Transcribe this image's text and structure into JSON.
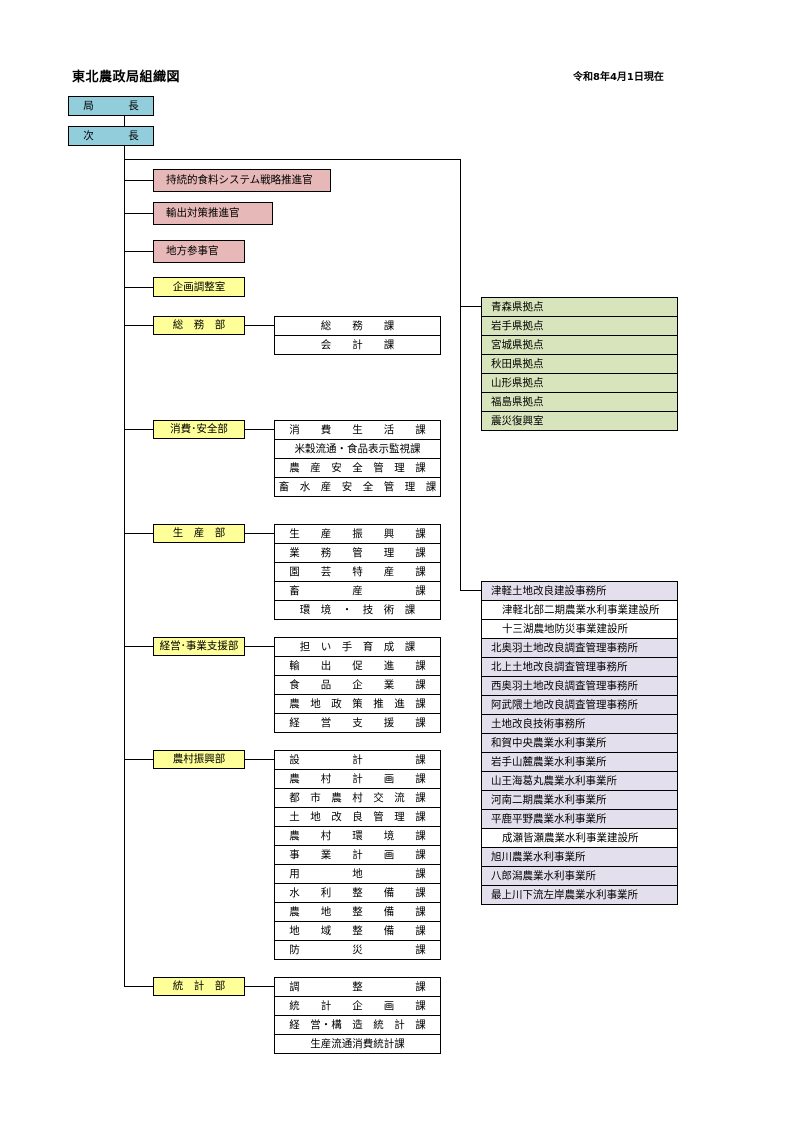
{
  "title": "東北農政局組織図",
  "date": "令和8年4月1日現在",
  "top": {
    "director": "局　長",
    "deputy": "次　長"
  },
  "staff": [
    "持続的食料システム戦略推進官",
    "輸出対策推進官",
    "地方参事官",
    "企画調整室"
  ],
  "departments": [
    {
      "name": "総　務　部",
      "sections": [
        "総　　務　　課",
        "会　　計　　課"
      ]
    },
    {
      "name": "消費･安全部",
      "sections": [
        "消　　費　　生　　活　　課",
        "米穀流通・食品表示監視課",
        "農　産　安　全　管　理　課",
        "畜　水　産　安　全　管　理　課"
      ]
    },
    {
      "name": "生　産　部",
      "sections": [
        "生　　産　　振　　興　　課",
        "業　　務　　管　　理　　課",
        "園　　芸　　特　　産　　課",
        "畜　　　　　産　　　　　課",
        "環　境　・　技　術　課"
      ]
    },
    {
      "name": "経営･事業支援部",
      "sections": [
        "担　い　手　育　成　課",
        "輸　　出　　促　　進　　課",
        "食　　品　　企　　業　　課",
        "農　地　政　策　推　進　課",
        "経　　営　　支　　援　　課"
      ]
    },
    {
      "name": "農村振興部",
      "sections": [
        "設　　　　　計　　　　　課",
        "農　　村　　計　　画　　課",
        "都　市　農　村　交　流　課",
        "土　地　改　良　管　理　課",
        "農　　村　　環　　境　　課",
        "事　　業　　計　　画　　課",
        "用　　　　　地　　　　　課",
        "水　　利　　整　　備　　課",
        "農　　地　　整　　備　　課",
        "地　　域　　整　　備　　課",
        "防　　　　　災　　　　　課"
      ]
    },
    {
      "name": "統　計　部",
      "sections": [
        "調　　　　　整　　　　　課",
        "統　　計　　企　　画　　課",
        "経　営・構　造　統　計　課",
        "生産流通消費統計課"
      ]
    }
  ],
  "prefectural_bases": [
    "青森県拠点",
    "岩手県拠点",
    "宮城県拠点",
    "秋田県拠点",
    "山形県拠点",
    "福島県拠点",
    "震災復興室"
  ],
  "offices": [
    "津軽土地改良建設事務所",
    "津軽北部二期農業水利事業建設所",
    "十三湖農地防災事業建設所",
    "北奥羽土地改良調査管理事務所",
    "北上土地改良調査管理事務所",
    "西奥羽土地改良調査管理事務所",
    "阿武隈土地改良調査管理事務所",
    "土地改良技術事務所",
    "和賀中央農業水利事業所",
    "岩手山麓農業水利事業所",
    "山王海葛丸農業水利事業所",
    "河南二期農業水利事業所",
    "平鹿平野農業水利事業所",
    "成瀬皆瀬農業水利事業建設所",
    "旭川農業水利事業所",
    "八郎潟農業水利事業所",
    "最上川下流左岸農業水利事業所"
  ],
  "colors": {
    "director": "#92cddc",
    "officer": "#e6b8b7",
    "department": "#ffff99",
    "base": "#d8e4bc",
    "office": "#e4dfec"
  }
}
